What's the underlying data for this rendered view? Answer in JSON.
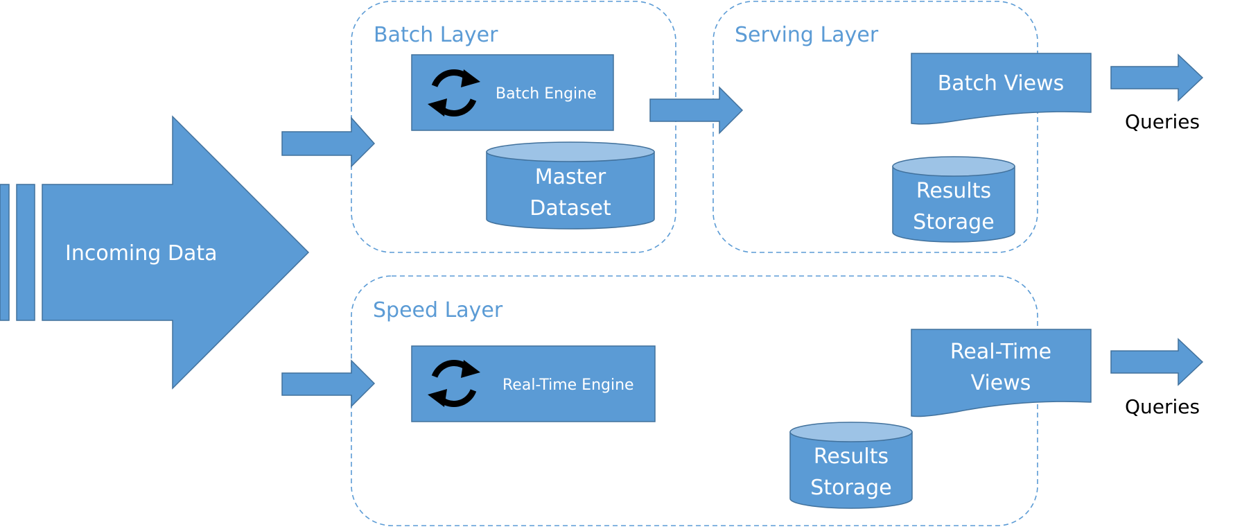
{
  "colors": {
    "fill": "#5b9bd5",
    "stroke": "#41719c",
    "cylinder_top": "#9dc3e6",
    "dashed_border": "#5b9bd5",
    "icon": "#000000"
  },
  "input": {
    "label": "Incoming Data"
  },
  "batch_layer": {
    "title": "Batch Layer",
    "engine": {
      "label": "Batch Engine",
      "icon": "refresh-icon"
    },
    "master_dataset": {
      "line1": "Master",
      "line2": "Dataset"
    }
  },
  "serving_layer": {
    "title": "Serving Layer",
    "views": {
      "label": "Batch Views"
    },
    "storage": {
      "line1": "Results",
      "line2": "Storage"
    },
    "output": {
      "label": "Queries"
    }
  },
  "speed_layer": {
    "title": "Speed Layer",
    "engine": {
      "label": "Real-Time Engine",
      "icon": "refresh-icon"
    },
    "views": {
      "line1": "Real-Time",
      "line2": "Views"
    },
    "storage": {
      "line1": "Results",
      "line2": "Storage"
    },
    "output": {
      "label": "Queries"
    }
  }
}
